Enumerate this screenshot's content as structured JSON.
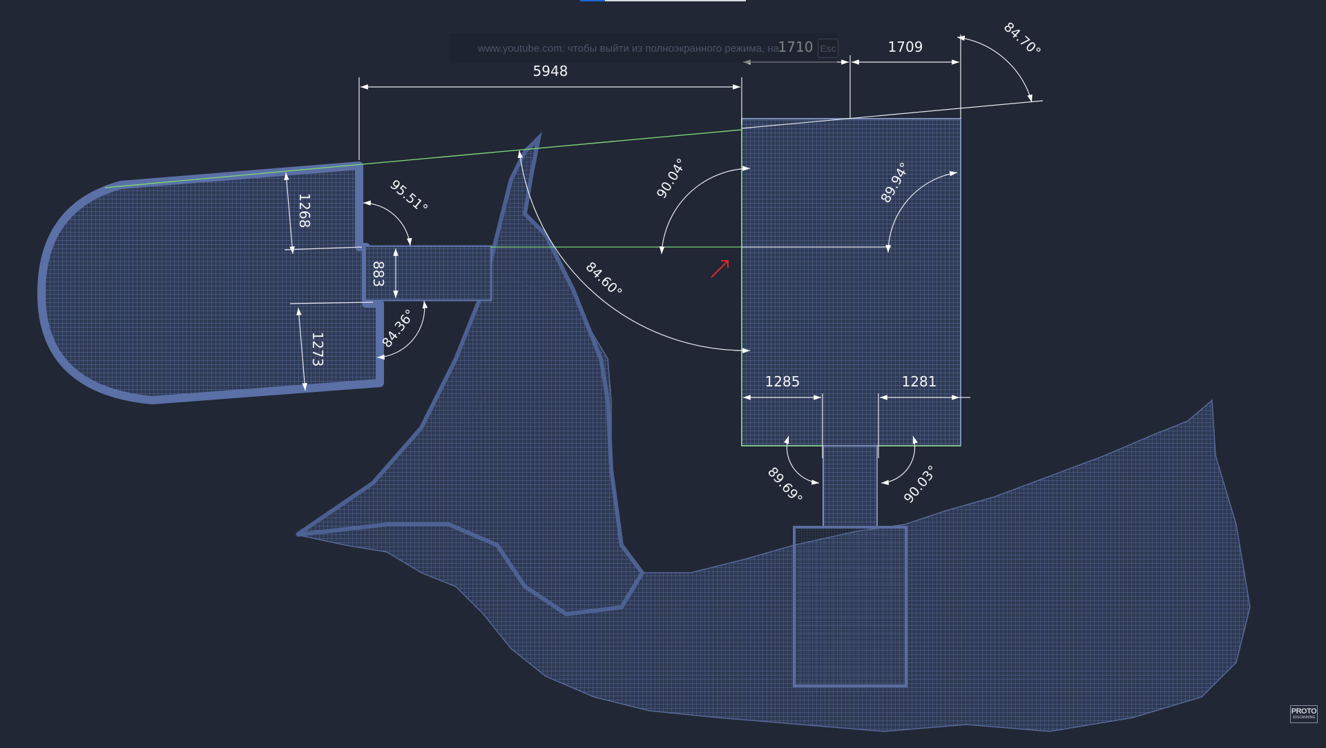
{
  "overlay": {
    "fullscreen_notice": "www.youtube.com: чтобы выйти из полноэкранного режима, на",
    "esc_key": "Esc",
    "progress": 0.15
  },
  "dimensions": {
    "d5948": "5948",
    "d1710": "1710",
    "d1709": "1709",
    "d1268": "1268",
    "d883": "883",
    "d1273": "1273",
    "d1285": "1285",
    "d1281": "1281"
  },
  "angles": {
    "a8470": "84.70°",
    "a9551": "95.51°",
    "a9004": "90.04°",
    "a8994": "89.94°",
    "a8460": "84.60°",
    "a8436": "84.36°",
    "a8969": "89.69°",
    "a9003": "90.03°"
  },
  "logo": {
    "line1": "PROTO",
    "line2": "3DSCANNING"
  },
  "colors": {
    "background": "#212734",
    "mesh": "#4a5d8e",
    "dimension_line": "#e8ebf0",
    "guide_green": "#7ed27a",
    "arrow_red": "#e0252a"
  }
}
